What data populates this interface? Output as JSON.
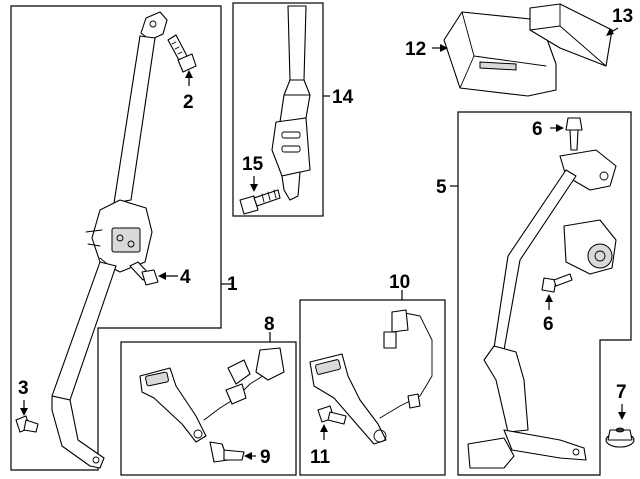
{
  "callouts": [
    {
      "id": "c1",
      "text": "1"
    },
    {
      "id": "c2",
      "text": "2"
    },
    {
      "id": "c3",
      "text": "3"
    },
    {
      "id": "c4",
      "text": "4"
    },
    {
      "id": "c5",
      "text": "5"
    },
    {
      "id": "c6a",
      "text": "6"
    },
    {
      "id": "c6b",
      "text": "6"
    },
    {
      "id": "c7",
      "text": "7"
    },
    {
      "id": "c8",
      "text": "8"
    },
    {
      "id": "c9",
      "text": "9"
    },
    {
      "id": "c10",
      "text": "10"
    },
    {
      "id": "c11",
      "text": "11"
    },
    {
      "id": "c12",
      "text": "12"
    },
    {
      "id": "c13",
      "text": "13"
    },
    {
      "id": "c14",
      "text": "14"
    },
    {
      "id": "c15",
      "text": "15"
    }
  ]
}
